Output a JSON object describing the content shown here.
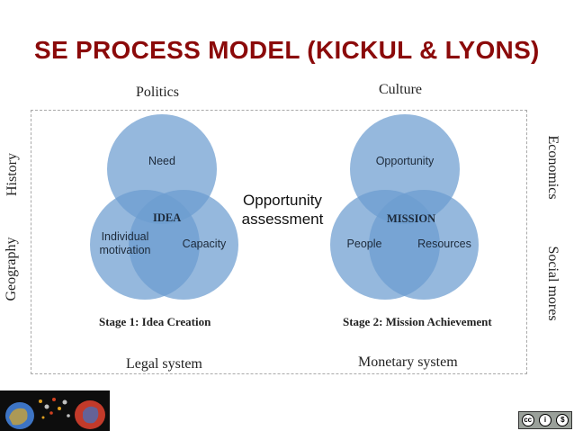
{
  "title": "SE PROCESS MODEL (KICKUL & LYONS)",
  "context": {
    "top_left": "Politics",
    "top_right": "Culture",
    "left_upper": "History",
    "left_lower": "Geography",
    "right_upper": "Economics",
    "right_lower": "Social mores",
    "bottom_left": "Legal system",
    "bottom_right": "Monetary system"
  },
  "stage1": {
    "circles": [
      "Need",
      "Individual\nmotivation",
      "Capacity"
    ],
    "center": "IDEA",
    "label": "Stage 1: Idea Creation"
  },
  "middle_text": "Opportunity\nassessment",
  "stage2": {
    "circles": [
      "Opportunity",
      "People",
      "Resources"
    ],
    "center": "MISSION",
    "label": "Stage 2: Mission Achievement"
  },
  "colors": {
    "title": "#8b0a0a",
    "circle_fill": "#6c9cd0"
  },
  "footer": {
    "license_icons": [
      "cc-icon",
      "by-icon",
      "nc-icon"
    ]
  }
}
